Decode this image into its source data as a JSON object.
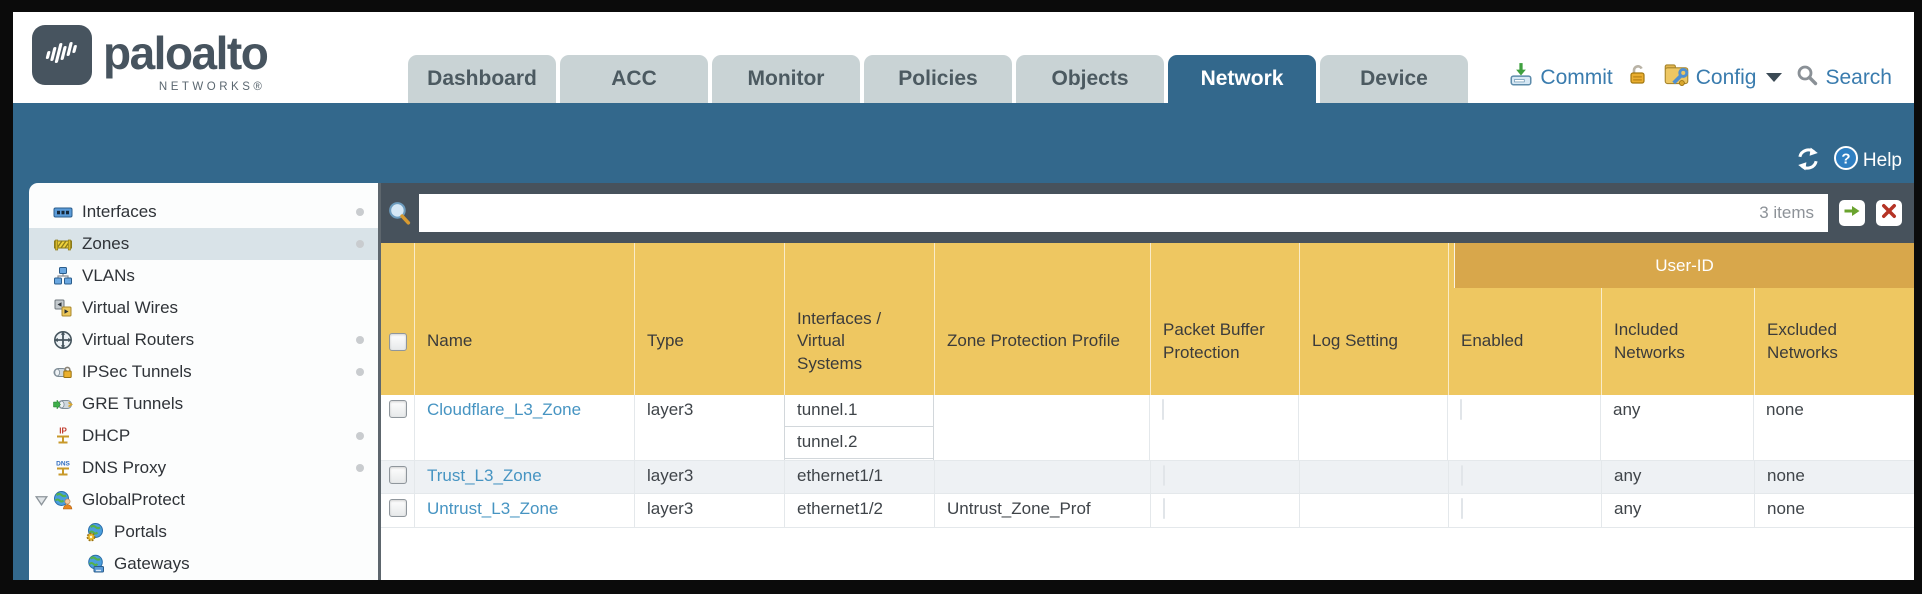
{
  "brand": {
    "wordmark": "paloalto",
    "sub": "NETWORKS®",
    "logo_icon": "paloalto-soundwave-icon"
  },
  "tabs": [
    {
      "label": "Dashboard",
      "active": false
    },
    {
      "label": "ACC",
      "active": false
    },
    {
      "label": "Monitor",
      "active": false
    },
    {
      "label": "Policies",
      "active": false
    },
    {
      "label": "Objects",
      "active": false
    },
    {
      "label": "Network",
      "active": true
    },
    {
      "label": "Device",
      "active": false
    }
  ],
  "utilities": {
    "commit_label": "Commit",
    "config_label": "Config",
    "search_label": "Search",
    "icons": [
      "commit-upload-icon",
      "lock-icon",
      "config-wrench-icon",
      "caret-down-icon",
      "search-icon"
    ]
  },
  "band_tools": {
    "help_label": "Help",
    "icons": [
      "refresh-icon",
      "help-icon"
    ]
  },
  "sidebar": {
    "items": [
      {
        "label": "Interfaces",
        "icon": "interfaces-icon",
        "has_dot": true,
        "selected": false
      },
      {
        "label": "Zones",
        "icon": "zones-icon",
        "has_dot": true,
        "selected": true
      },
      {
        "label": "VLANs",
        "icon": "vlans-icon",
        "has_dot": false,
        "selected": false
      },
      {
        "label": "Virtual Wires",
        "icon": "virtual-wires-icon",
        "has_dot": false,
        "selected": false
      },
      {
        "label": "Virtual Routers",
        "icon": "virtual-routers-icon",
        "has_dot": true,
        "selected": false
      },
      {
        "label": "IPSec Tunnels",
        "icon": "ipsec-tunnels-icon",
        "has_dot": true,
        "selected": false
      },
      {
        "label": "GRE Tunnels",
        "icon": "gre-tunnels-icon",
        "has_dot": false,
        "selected": false
      },
      {
        "label": "DHCP",
        "icon": "dhcp-icon",
        "has_dot": true,
        "selected": false
      },
      {
        "label": "DNS Proxy",
        "icon": "dns-proxy-icon",
        "has_dot": true,
        "selected": false
      },
      {
        "label": "GlobalProtect",
        "icon": "globalprotect-icon",
        "has_dot": false,
        "selected": false,
        "expanded": true
      },
      {
        "label": "Portals",
        "icon": "portals-icon",
        "has_dot": false,
        "selected": false,
        "indent": 1
      },
      {
        "label": "Gateways",
        "icon": "gateways-icon",
        "has_dot": false,
        "selected": false,
        "indent": 1
      }
    ]
  },
  "filter": {
    "items_count": "3 items",
    "icons": [
      "magnifier-icon",
      "apply-filter-arrow-icon",
      "clear-filter-x-icon"
    ]
  },
  "table": {
    "group_header": "User-ID",
    "columns": [
      "Name",
      "Type",
      "Interfaces / Virtual Systems",
      "Zone Protection Profile",
      "Packet Buffer Protection",
      "Log Setting",
      "Enabled",
      "Included Networks",
      "Excluded Networks"
    ],
    "rows": [
      {
        "name": "Cloudflare_L3_Zone",
        "type": "layer3",
        "interfaces": [
          "tunnel.1",
          "tunnel.2"
        ],
        "zone_protection_profile": "",
        "packet_buffer_protection": false,
        "log_setting": "",
        "user_id_enabled": false,
        "included_networks": "any",
        "excluded_networks": "none"
      },
      {
        "name": "Trust_L3_Zone",
        "type": "layer3",
        "interfaces": [
          "ethernet1/1"
        ],
        "zone_protection_profile": "",
        "packet_buffer_protection": false,
        "log_setting": "",
        "user_id_enabled": false,
        "included_networks": "any",
        "excluded_networks": "none"
      },
      {
        "name": "Untrust_L3_Zone",
        "type": "layer3",
        "interfaces": [
          "ethernet1/2"
        ],
        "zone_protection_profile": "Untrust_Zone_Prof",
        "packet_buffer_protection": false,
        "log_setting": "",
        "user_id_enabled": false,
        "included_networks": "any",
        "excluded_networks": "none"
      }
    ]
  },
  "colors": {
    "teal": "#33688c",
    "tab_inactive": "#c9d3d5",
    "filterbar": "#47525c",
    "header_gold": "#eec761",
    "user_id_band": "#d8a74b",
    "link_blue": "#4694c2",
    "utility_blue": "#3a7cae",
    "alt_row": "#eef1f4",
    "frame": "#0b0b0b"
  }
}
